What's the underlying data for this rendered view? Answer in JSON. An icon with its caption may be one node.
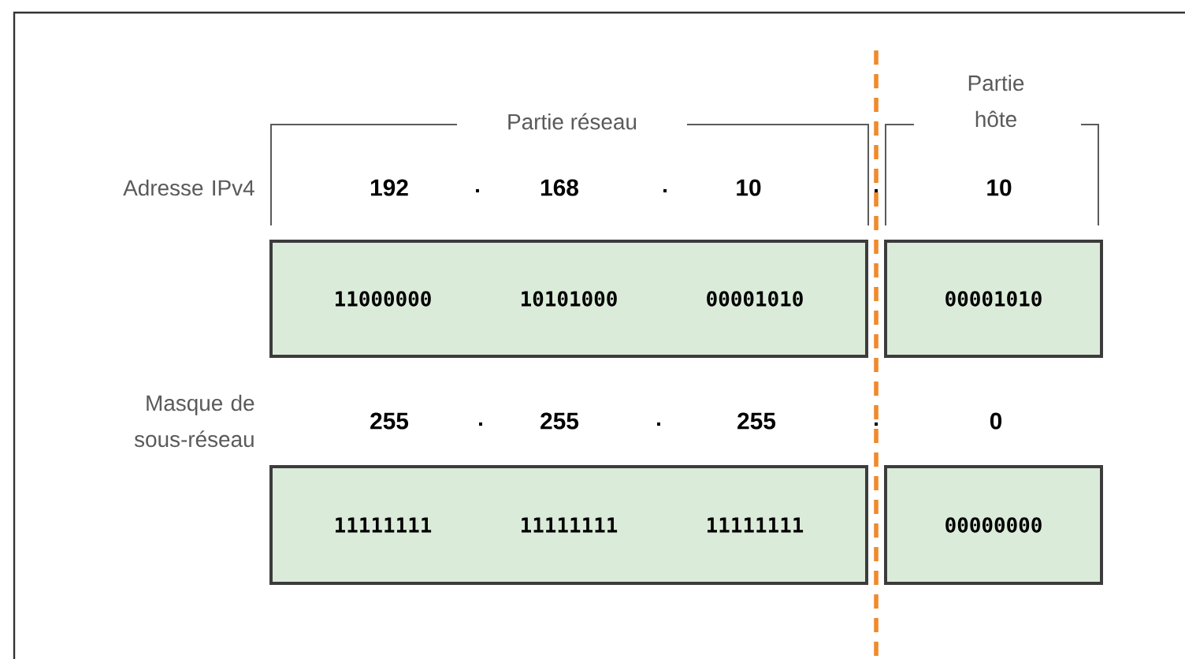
{
  "diagram": {
    "nodes": [
      {
        "text": [
          "11000000",
          "10101000",
          "00001010"
        ]
      },
      {
        "text": [
          "00001010"
        ]
      },
      {
        "text": [
          "11111111",
          "11111111",
          "11111111"
        ]
      },
      {
        "text": [
          "00000000"
        ]
      }
    ],
    "labels": [
      "Partie réseau",
      "Partie hôte",
      "Adresse IPv4",
      "192",
      ".",
      "168",
      ".",
      "10",
      ".",
      "10",
      "Masque de sous-réseau",
      "255",
      ".",
      "255",
      ".",
      "255",
      ".",
      "0"
    ]
  }
}
